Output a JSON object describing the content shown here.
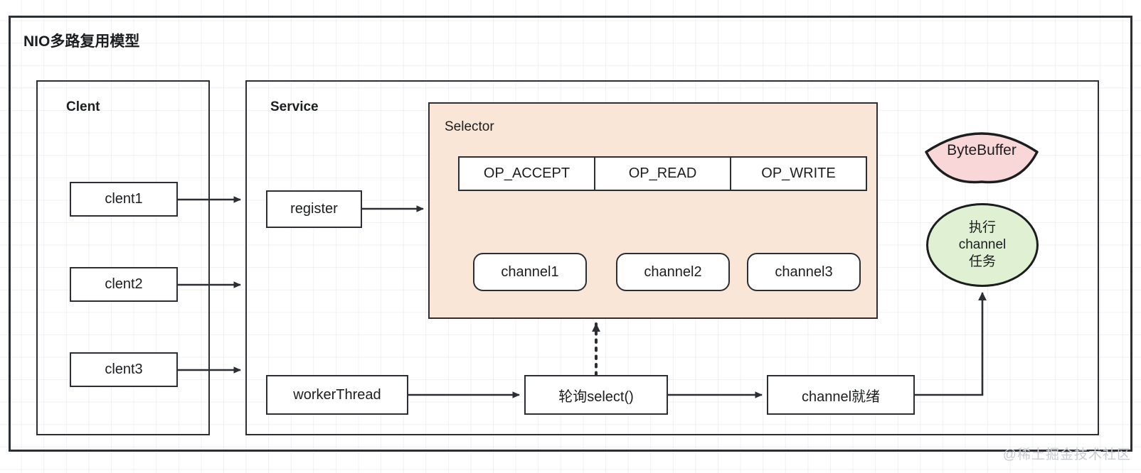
{
  "diagram": {
    "title": "NIO多路复用模型",
    "watermark": "@稀土掘金技术社区",
    "sections": {
      "client": {
        "label": "Clent"
      },
      "service": {
        "label": "Service"
      }
    },
    "clients": [
      {
        "label": "clent1"
      },
      {
        "label": "clent2"
      },
      {
        "label": "clent3"
      }
    ],
    "register": {
      "label": "register"
    },
    "selector": {
      "title": "Selector",
      "ops": [
        {
          "label": "OP_ACCEPT"
        },
        {
          "label": "OP_READ"
        },
        {
          "label": "OP_WRITE"
        }
      ],
      "channels": [
        {
          "label": "channel1"
        },
        {
          "label": "channel2"
        },
        {
          "label": "channel3"
        }
      ]
    },
    "bytebuffer": {
      "label": "ByteBuffer"
    },
    "task_circle": {
      "line1": "执行",
      "line2": "channel",
      "line3": "任务"
    },
    "flow": {
      "worker_thread": "workerThread",
      "select_poll": "轮询select()",
      "channel_ready": "channel就绪"
    },
    "colors": {
      "stroke": "#2b2f33",
      "selector_fill": "#fae6d6",
      "bytebuffer_fill": "#f9d7d9",
      "circle_fill": "#dff0d3",
      "page_bg": "#ffffff",
      "watermark": "#c9ccd1"
    }
  }
}
